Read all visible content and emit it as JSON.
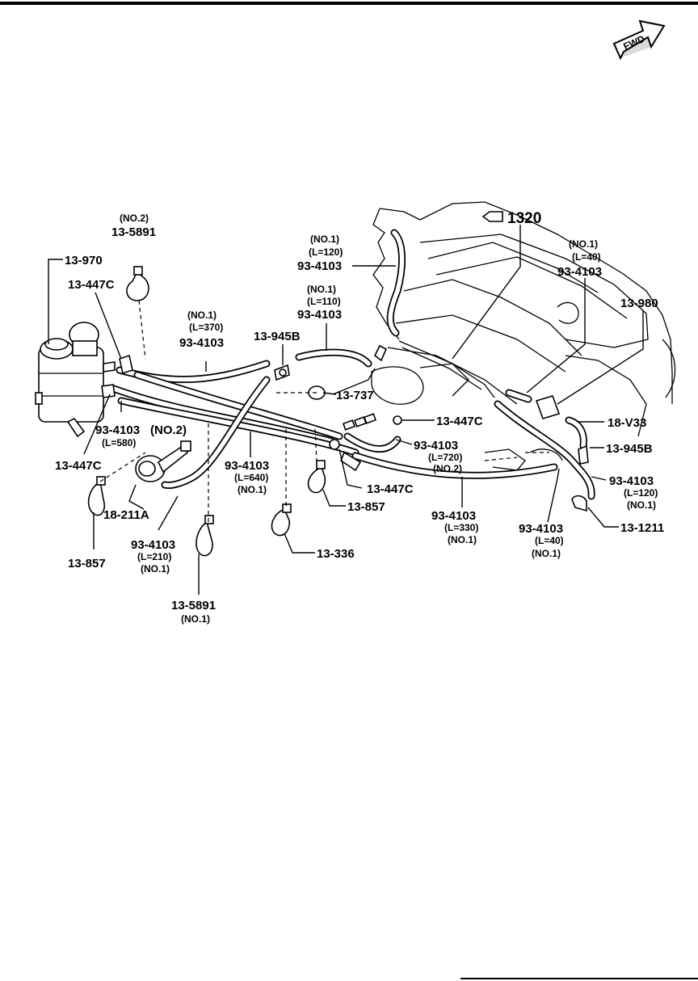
{
  "fwd_label": "FWD",
  "ref_1320": "1320",
  "labels": {
    "c_13_970": "13-970",
    "c_13_447c_a": "13-447C",
    "c_13_447c_b": "13-447C",
    "c_13_447c_c": "13-447C",
    "c_13_447c_d": "13-447C",
    "c_13_5891_top_no": "(NO.2)",
    "c_13_5891_top": "13-5891",
    "h1_no": "(NO.1)",
    "h1_len": "(L=370)",
    "h1_pn": "93-4103",
    "c_13_945b_a": "13-945B",
    "h2_no": "(NO.1)",
    "h2_len": "(L=110)",
    "h2_pn": "93-4103",
    "h3_no": "(NO.1)",
    "h3_len": "(L=120)",
    "h3_pn": "93-4103",
    "h4_no": "(NO.1)",
    "h4_len": "(L=40)",
    "h4_pn": "93-4103",
    "c_13_980": "13-980",
    "c_13_737": "13-737",
    "c_18_v33": "18-V33",
    "h5_pn": "93-4103",
    "h5_len": "(L=720)",
    "h5_no": "(NO.2)",
    "c_13_945b_b": "13-945B",
    "h6_pn": "93-4103",
    "h6_len": "(L=120)",
    "h6_no": "(NO.1)",
    "c_13_1211": "13-1211",
    "h7_pn": "93-4103",
    "h7_no": "(NO.2)",
    "h7_len": "(L=580)",
    "h8_pn": "93-4103",
    "h8_len": "(L=640)",
    "h8_no": "(NO.1)",
    "c_13_857_a": "13-857",
    "c_13_857_b": "13-857",
    "c_18_211a": "18-211A",
    "c_13_336": "13-336",
    "h9_pn": "93-4103",
    "h9_len": "(L=330)",
    "h9_no": "(NO.1)",
    "h10_pn": "93-4103",
    "h10_len": "(L=40)",
    "h10_no": "(NO.1)",
    "h11_pn": "93-4103",
    "h11_len": "(L=210)",
    "h11_no": "(NO.1)",
    "c_13_5891_bot": "13-5891",
    "c_13_5891_bot_no": "(NO.1)"
  }
}
